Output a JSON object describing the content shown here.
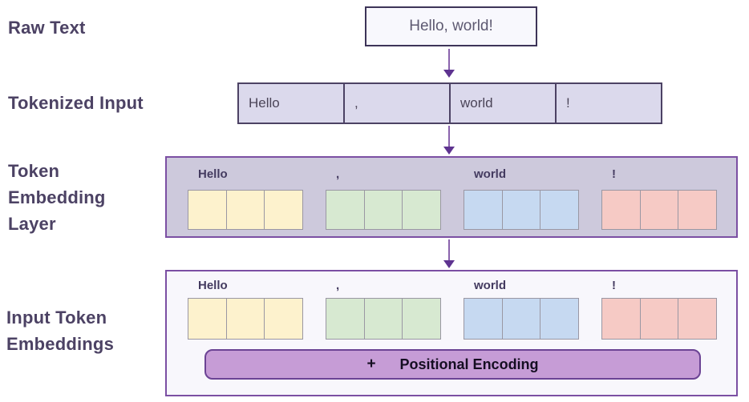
{
  "diagram": {
    "stages": {
      "raw_text": {
        "label": "Raw Text",
        "box_text": "Hello, world!"
      },
      "tokenized": {
        "label": "Tokenized Input"
      },
      "embedding_layer": {
        "label_lines": [
          "Token",
          "Embedding",
          "Layer"
        ]
      },
      "input_embeddings": {
        "label_lines": [
          "Input Token",
          "Embeddings"
        ]
      }
    },
    "tokens": [
      {
        "text": "Hello",
        "color": "#fdf2cd"
      },
      {
        "text": ",",
        "color": "#d7e9d1"
      },
      {
        "text": "world",
        "color": "#c6d9f1"
      },
      {
        "text": "!",
        "color": "#f6cac5"
      }
    ],
    "cells_per_token": 3,
    "positional_encoding": {
      "plus": "+",
      "label": "Positional Encoding"
    },
    "colors": {
      "stage_label": "#4c4264",
      "arrow": "#5e3390",
      "layer_container_bg": "#cdc9dc",
      "input_container_bg": "#f8f7fc",
      "container_border": "#7b4fa3",
      "token_row_bg": "#dbd9ec",
      "token_row_border": "#4c4264",
      "raw_box_bg": "#f8f8fd",
      "raw_box_border": "#3d3458",
      "positional_bar_bg": "#c69cd6",
      "positional_bar_border": "#6b4394"
    }
  }
}
